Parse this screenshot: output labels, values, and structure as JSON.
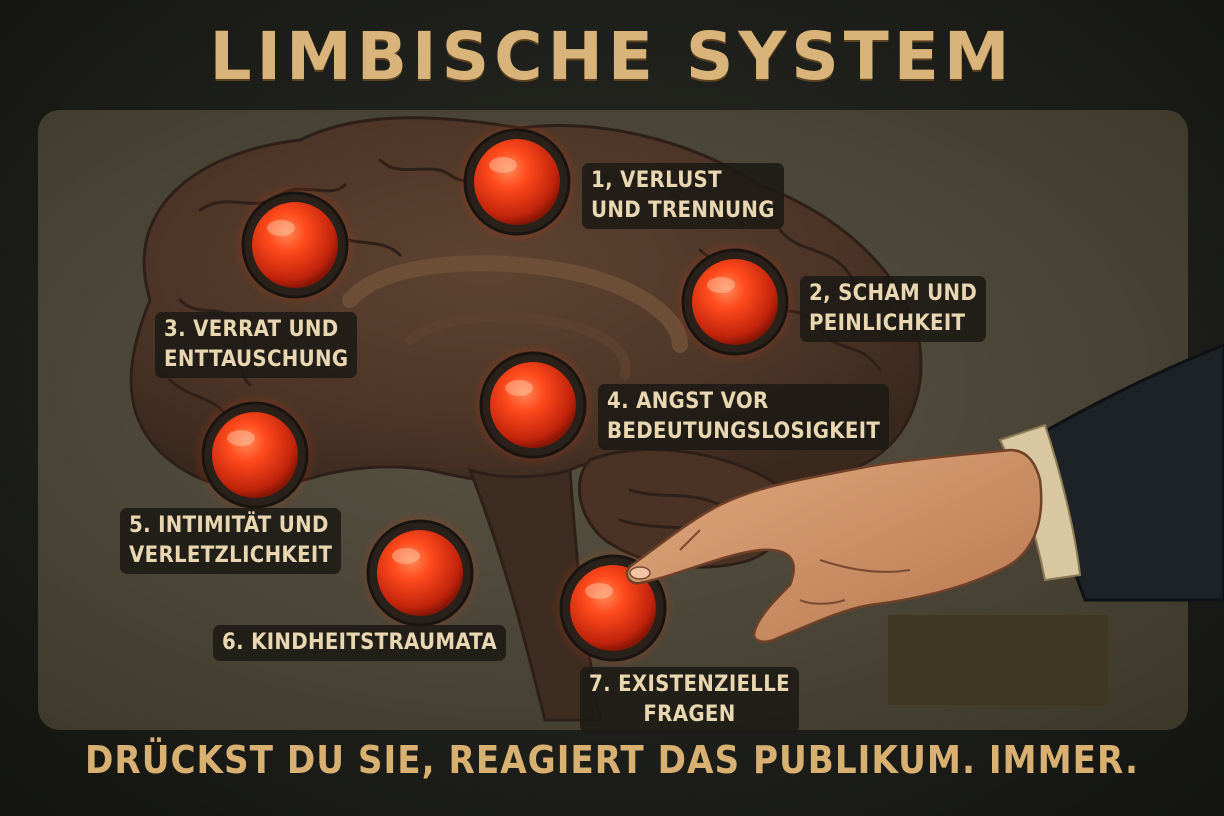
{
  "title": "LIMBISCHE SYSTEM",
  "footer": "DRÜCKST DU SIE, REAGIERT DAS PUBLIKUM. IMMER.",
  "colors": {
    "title": "#d9b47a",
    "button_red": "#ff4a1c",
    "brain": "#4b3426",
    "panel": "#4a4537"
  },
  "buttons": [
    {
      "label": "1, VERLUST\nUND TRENNUNG"
    },
    {
      "label": "2, SCHAM UND\nPEINLICHKEIT"
    },
    {
      "label": "3. VERRAT UND\nENTTAUSCHUNG"
    },
    {
      "label": "4. ANGST VOR\nBEDEUTUNGSLOSIGKEIT"
    },
    {
      "label": "5. INTIMITÄT UND\nVERLETZLICHKEIT"
    },
    {
      "label": "6. KINDHEITSTRAUMATA"
    },
    {
      "label": "7. EXISTENZIELLE\nFRAGEN"
    }
  ],
  "icons": {
    "hand": "pointing-hand-icon",
    "brain": "brain-icon"
  }
}
